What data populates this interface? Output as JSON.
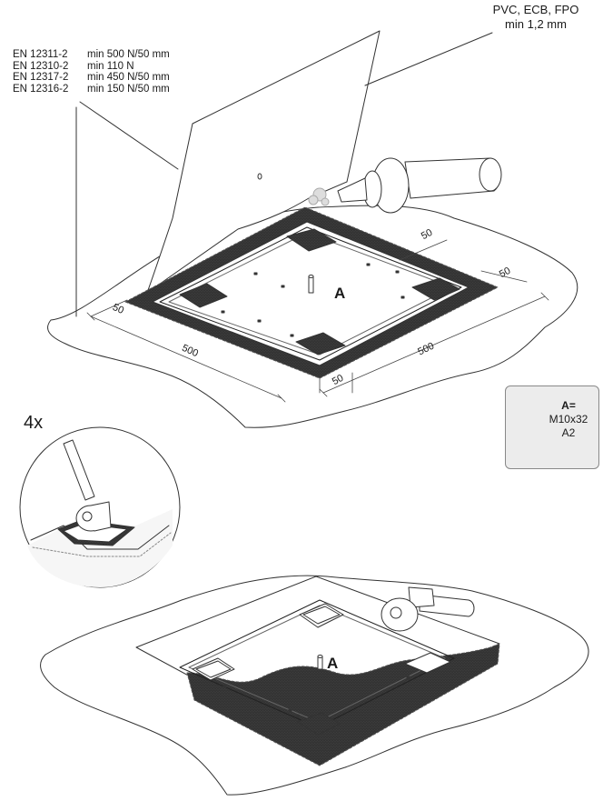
{
  "standards": [
    {
      "code": "EN 12311-2",
      "value": "min 500 N/50 mm"
    },
    {
      "code": "EN 12310-2",
      "value": "min 110 N"
    },
    {
      "code": "EN 12317-2",
      "value": "min 450 N/50 mm"
    },
    {
      "code": "EN 12316-2",
      "value": "min 150 N/50 mm"
    }
  ],
  "material": {
    "line1": "PVC, ECB, FPO",
    "line2": "min 1,2 mm"
  },
  "dimensions": {
    "d50": "50",
    "d500": "500"
  },
  "part_label": "A",
  "count_label": "4x",
  "bolt": {
    "label": "A=",
    "size": "M10x32",
    "grade": "A2"
  }
}
